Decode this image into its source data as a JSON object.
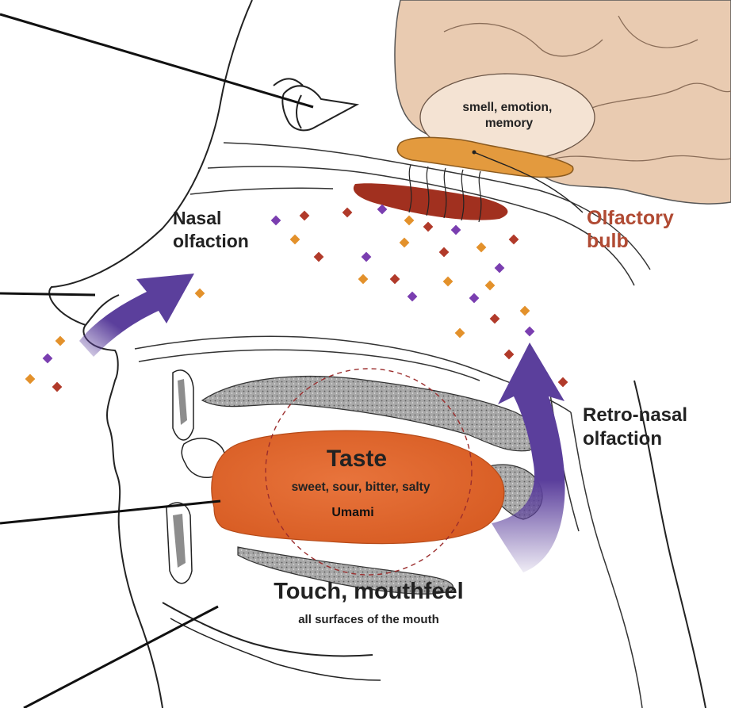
{
  "labels": {
    "brain": [
      "smell, emotion,",
      "memory"
    ],
    "olfactory_bulb": [
      "Olfactory",
      "bulb"
    ],
    "nasal_olfaction": [
      "Nasal",
      "olfaction"
    ],
    "retro_nasal": [
      "Retro-nasal",
      "olfaction"
    ],
    "taste_title": "Taste",
    "taste_list": "sweet, sour, bitter, salty",
    "umami": "Umami",
    "touch_title": "Touch, mouthfeel",
    "touch_sub": "all surfaces of the mouth"
  },
  "colors": {
    "outline": "#222222",
    "brain": "#e9cbb1",
    "brain_inner": "#f4e3d3",
    "olfactory_bulb": "#e39a3e",
    "olfactory_epithelium": "#a1301f",
    "arrow": "#5b3f9c",
    "tongue": "#e8743c",
    "bone_fill": "#8d8d8d",
    "bulb_label": "#b04a33",
    "molecule_colors": [
      "#7a3eb0",
      "#b13a2a",
      "#e3912b"
    ]
  }
}
